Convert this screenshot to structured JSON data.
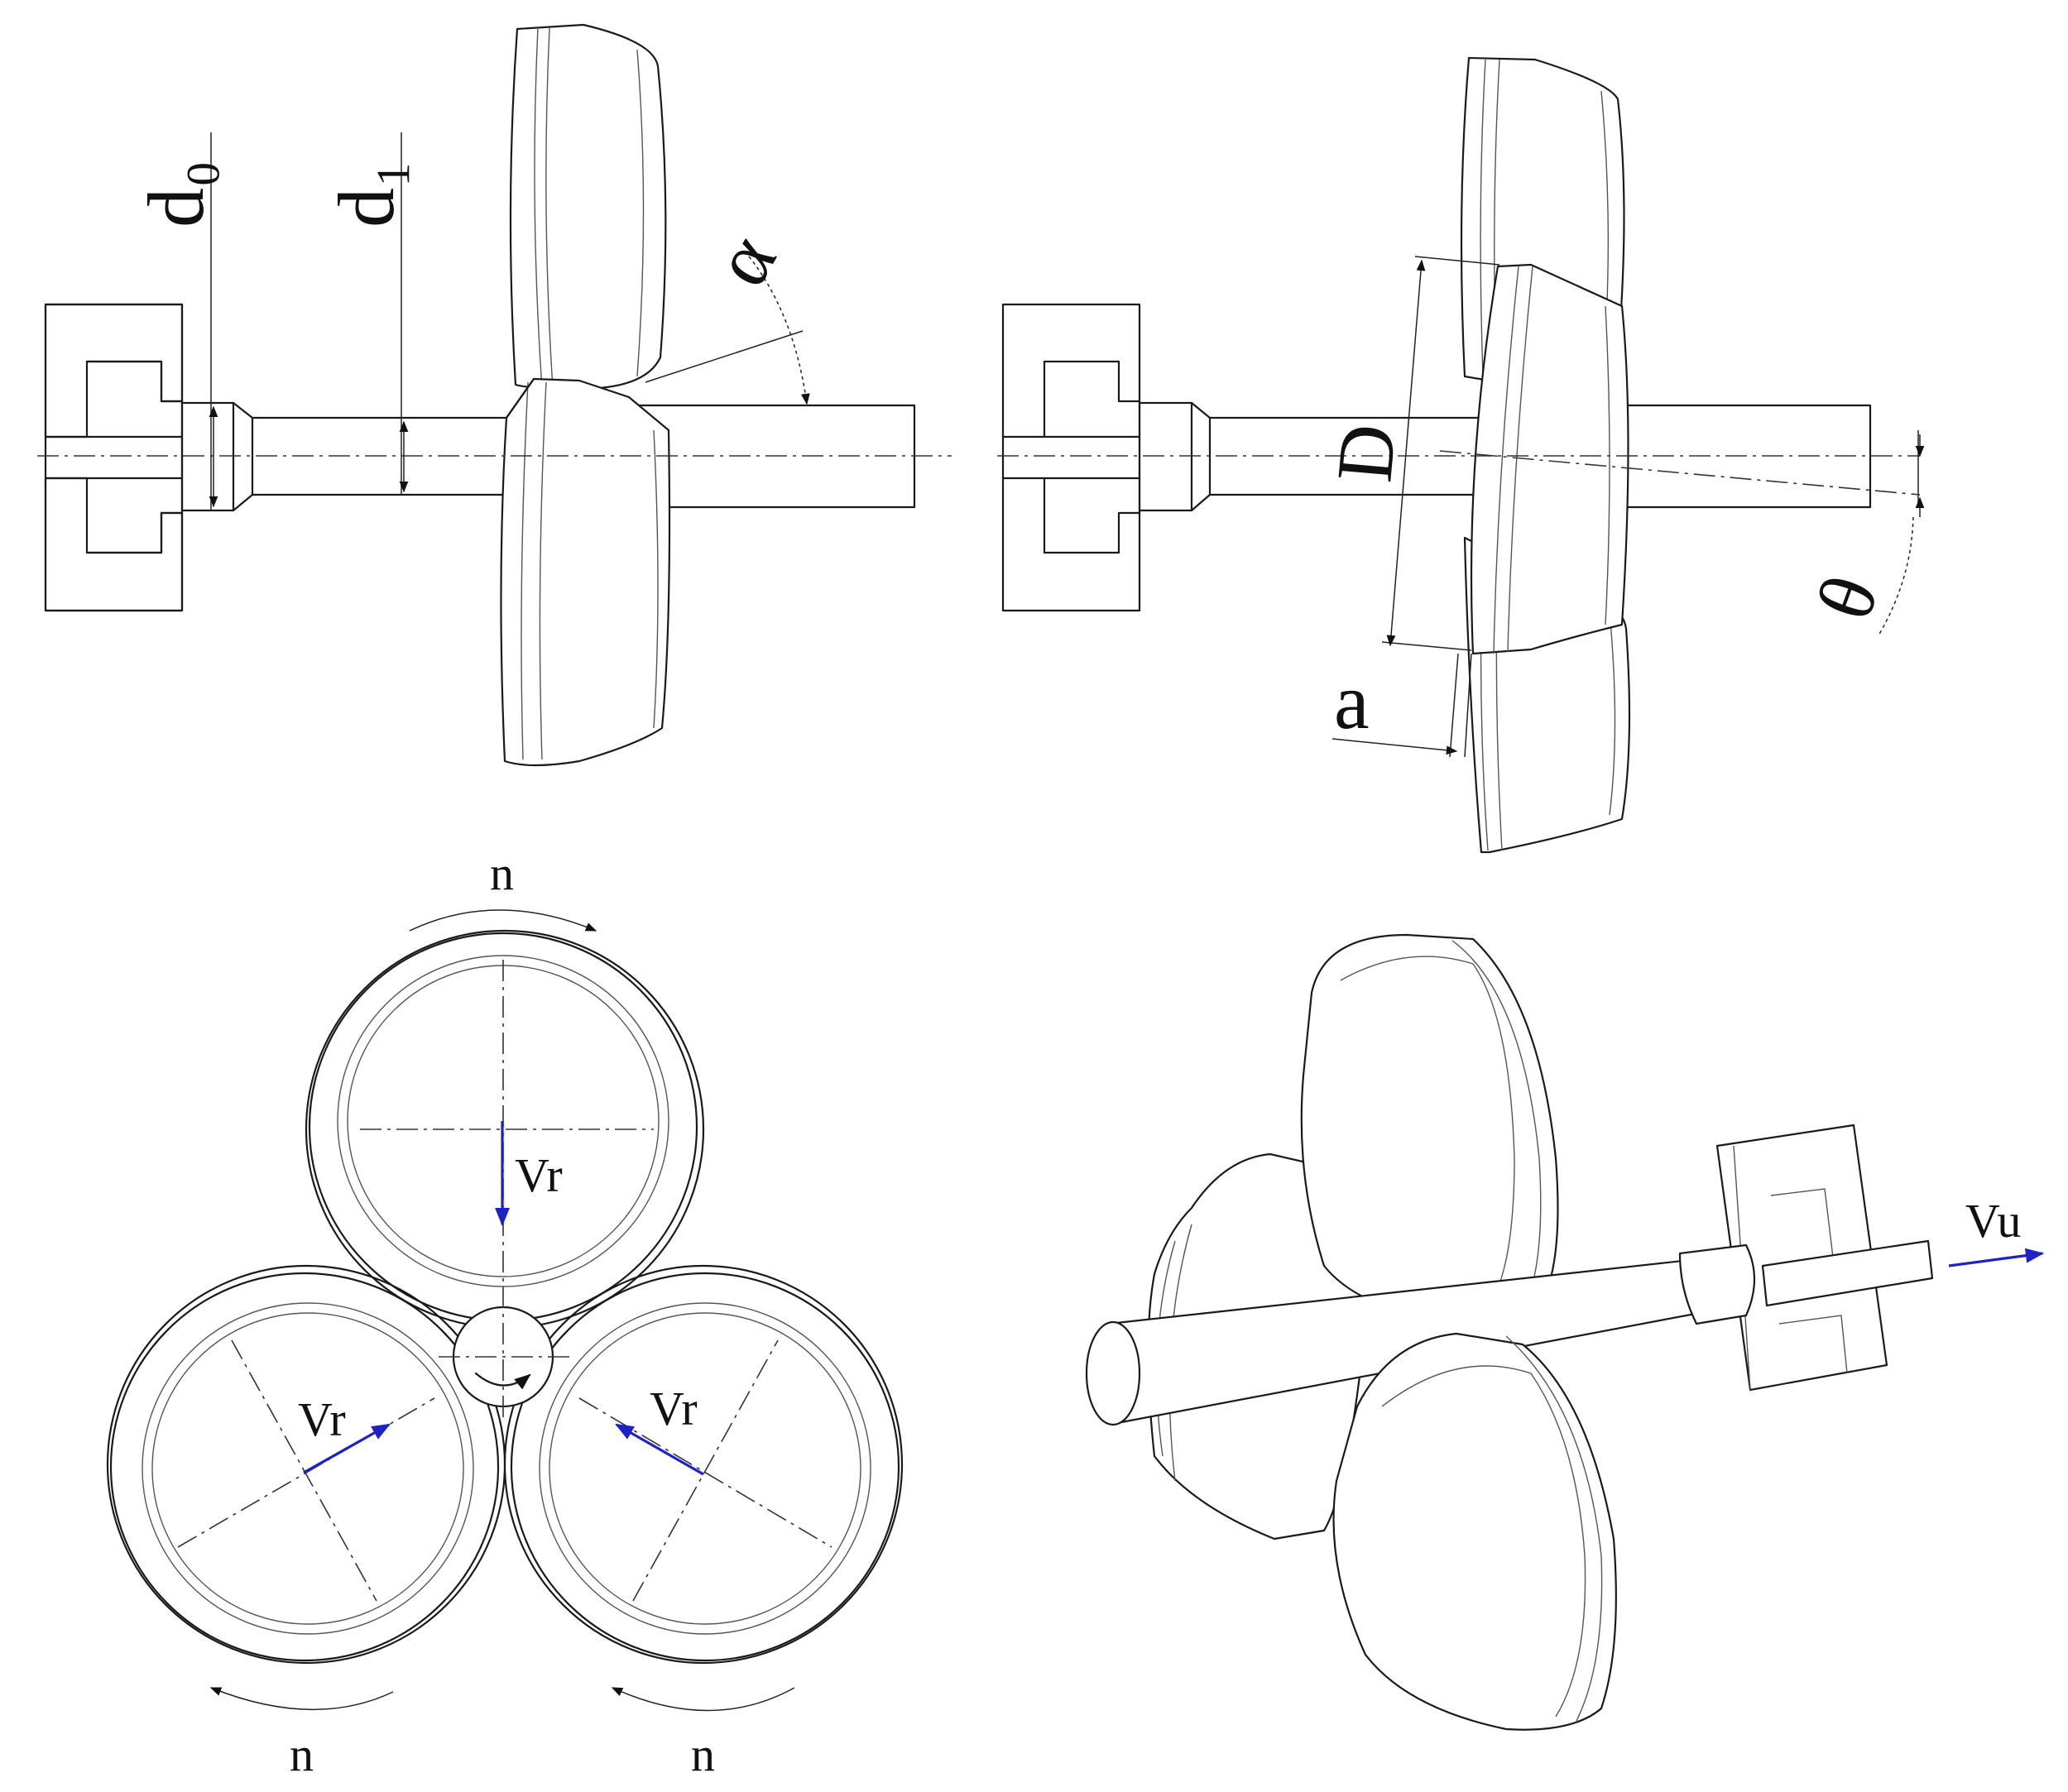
{
  "figure": {
    "labels": {
      "d0": "d₀",
      "d1": "d₁",
      "alpha": "α",
      "D": "D",
      "theta": "θ",
      "a": "a",
      "vr_top": "Vr",
      "vr_left": "Vr",
      "vr_right": "Vr",
      "vu": "Vu",
      "n_top": "n",
      "n_left": "n",
      "n_right": "n"
    },
    "colors": {
      "line": "#1a1a1a",
      "velocity_arrow": "#1c22c8",
      "background": "#ffffff"
    }
  }
}
